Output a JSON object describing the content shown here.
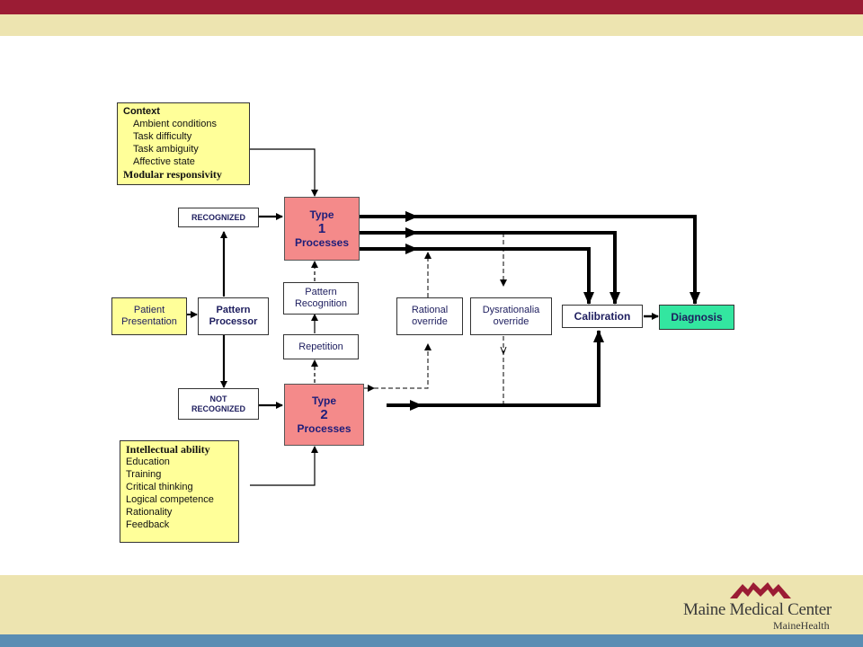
{
  "diagram": {
    "context": {
      "heading": "Context",
      "items": [
        "Ambient conditions",
        "Task difficulty",
        "Task ambiguity",
        "Affective state"
      ],
      "footer": "Modular responsivity"
    },
    "recognized": "RECOGNIZED",
    "not_recognized_line1": "NOT",
    "not_recognized_line2": "RECOGNIZED",
    "type1": {
      "line1": "Type",
      "num": "1",
      "line3": "Processes"
    },
    "type2": {
      "line1": "Type",
      "num": "2",
      "line3": "Processes"
    },
    "patient_presentation": {
      "line1": "Patient",
      "line2": "Presentation"
    },
    "pattern_processor": {
      "line1": "Pattern",
      "line2": "Processor"
    },
    "pattern_recognition": {
      "line1": "Pattern",
      "line2": "Recognition"
    },
    "repetition": "Repetition",
    "rational_override": {
      "line1": "Rational",
      "line2": "override"
    },
    "dysrationalia_override": {
      "line1": "Dysrationalia",
      "line2": "override"
    },
    "calibration": "Calibration",
    "diagnosis": "Diagnosis",
    "intellect": {
      "heading": "Intellectual ability",
      "items": [
        "Education",
        "Training",
        "Critical thinking",
        "Logical competence",
        "Rationality",
        "Feedback"
      ]
    }
  },
  "footer": {
    "logo_name": "Maine Medical Center",
    "logo_sub": "MaineHealth"
  },
  "colors": {
    "top_bar": "#9b1c34",
    "band": "#ede4b0",
    "bottom_bar": "#5a8db3",
    "type_boxes": "#f48a8a",
    "diagnosis": "#33e6a0",
    "context_boxes": "#ffff99",
    "logo_mark": "#9b1c34"
  }
}
